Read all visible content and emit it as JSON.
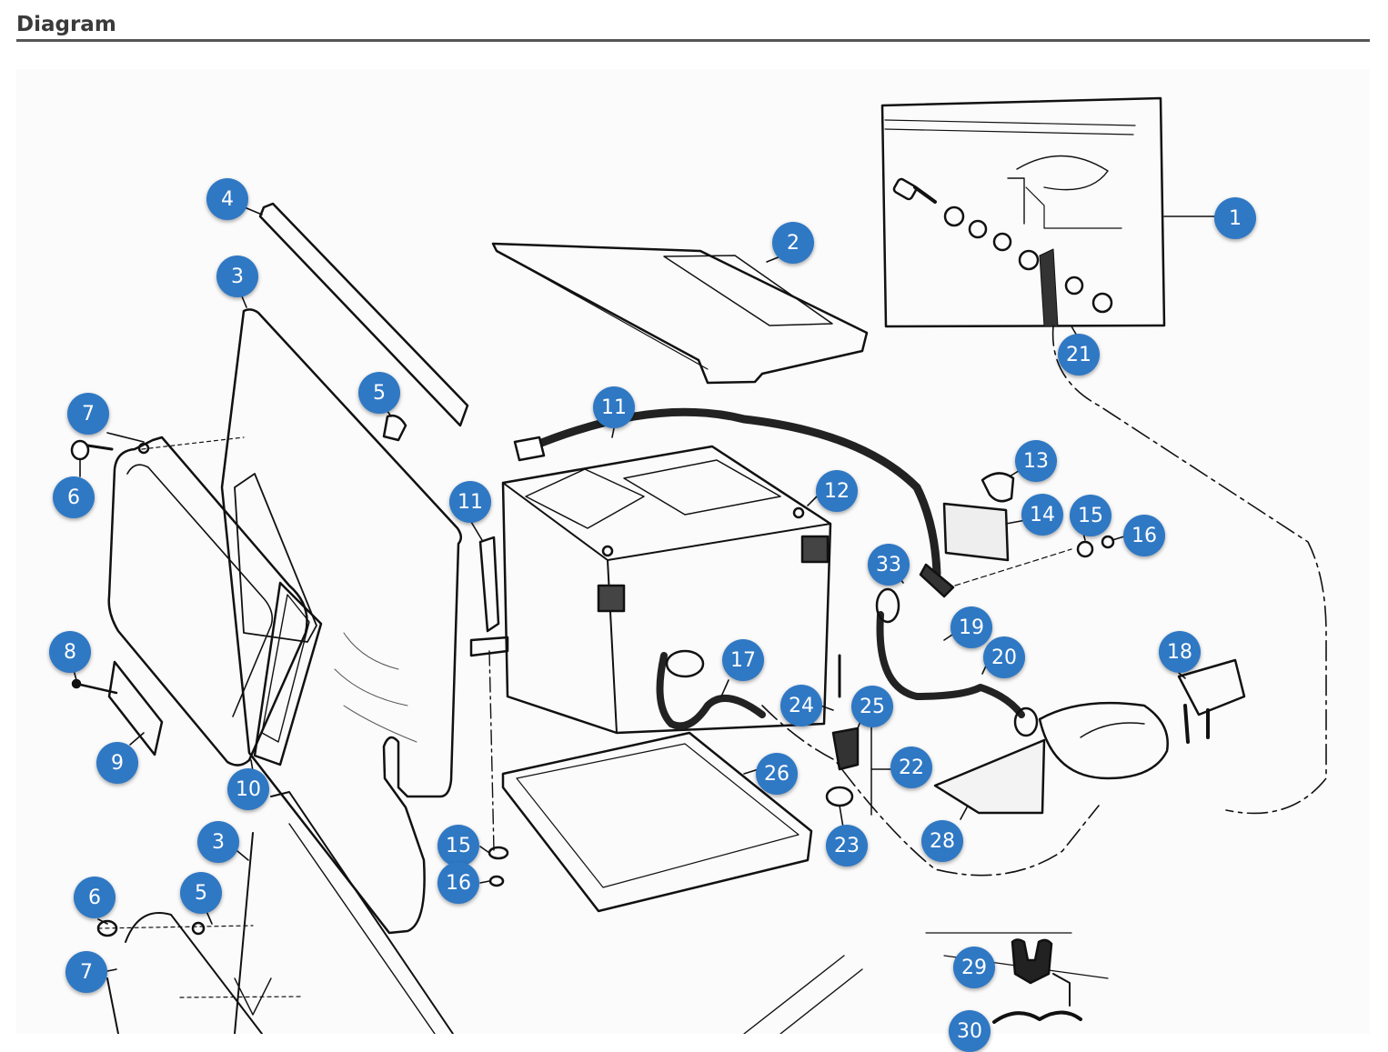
{
  "header": {
    "title": "Diagram"
  },
  "diagram": {
    "callouts": [
      "1",
      "2",
      "3",
      "4",
      "5",
      "6",
      "7",
      "8",
      "9",
      "10",
      "11",
      "11",
      "12",
      "13",
      "14",
      "15",
      "16",
      "17",
      "18",
      "19",
      "20",
      "21",
      "22",
      "23",
      "24",
      "25",
      "26",
      "28",
      "33",
      "3",
      "5",
      "6",
      "7",
      "15",
      "16",
      "29",
      "30"
    ]
  },
  "colors": {
    "callout": "#2f78c4",
    "line": "#111111",
    "header_rule": "#555555"
  }
}
